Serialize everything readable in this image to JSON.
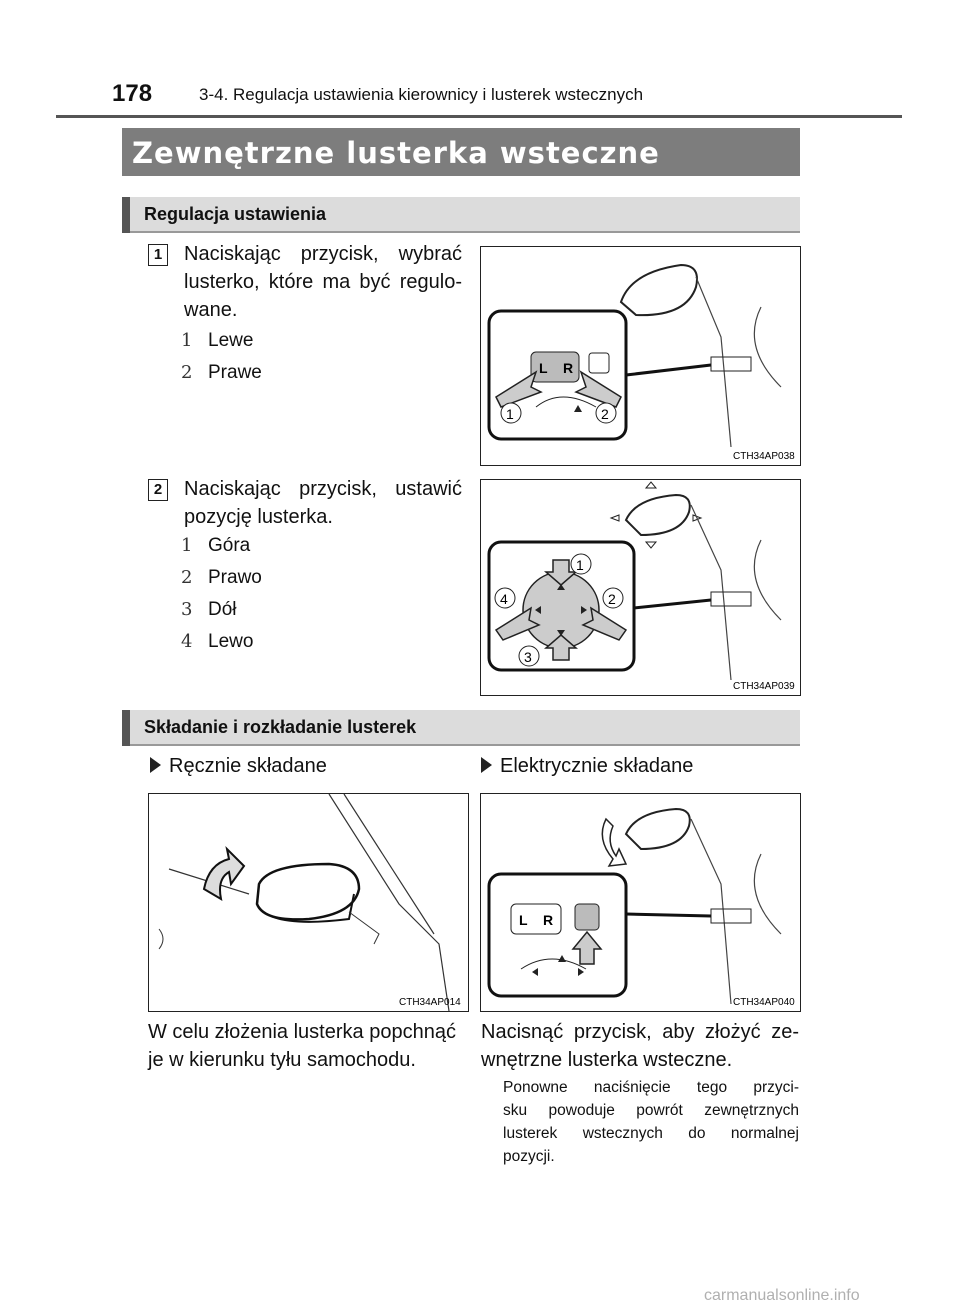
{
  "header": {
    "page_number": "178",
    "chapter": "3-4. Regulacja ustawienia kierownicy i lusterek wstecznych"
  },
  "title": "Zewnętrzne lusterka wsteczne",
  "section1": {
    "heading": "Regulacja ustawienia",
    "step1": {
      "num": "1",
      "text_lines": [
        "Naciskając przycisk, wybrać",
        "lusterko, które ma być regulo-",
        "wane."
      ],
      "items": [
        {
          "num": "1",
          "label": "Lewe"
        },
        {
          "num": "2",
          "label": "Prawe"
        }
      ],
      "figure": {
        "code": "CTH34AP038",
        "button_labels": [
          "L",
          "R"
        ],
        "callouts": [
          "1",
          "2"
        ]
      }
    },
    "step2": {
      "num": "2",
      "text_lines": [
        "Naciskając przycisk, ustawić",
        "pozycję lusterka."
      ],
      "items": [
        {
          "num": "1",
          "label": "Góra"
        },
        {
          "num": "2",
          "label": "Prawo"
        },
        {
          "num": "3",
          "label": "Dół"
        },
        {
          "num": "4",
          "label": "Lewo"
        }
      ],
      "figure": {
        "code": "CTH34AP039",
        "callouts": [
          "1",
          "2",
          "3",
          "4"
        ]
      }
    }
  },
  "section2": {
    "heading": "Składanie i rozkładanie lusterek",
    "left": {
      "bullet": "Ręcznie składane",
      "figure": {
        "code": "CTH34AP014"
      },
      "text_lines": [
        "W celu złożenia lusterka popchnąć",
        "je w kierunku tyłu samochodu."
      ]
    },
    "right": {
      "bullet": "Elektrycznie składane",
      "figure": {
        "code": "CTH34AP040",
        "button_labels": [
          "L",
          "R"
        ]
      },
      "text_lines": [
        "Nacisnąć przycisk, aby złożyć ze-",
        "wnętrzne lusterka wsteczne."
      ],
      "note_lines": [
        "Ponowne naciśnięcie tego przyci-",
        "sku powoduje powrót zewnętrznych",
        "lusterek wstecznych do normalnej",
        "pozycji."
      ]
    }
  },
  "watermark": "carmanualsonline.info"
}
